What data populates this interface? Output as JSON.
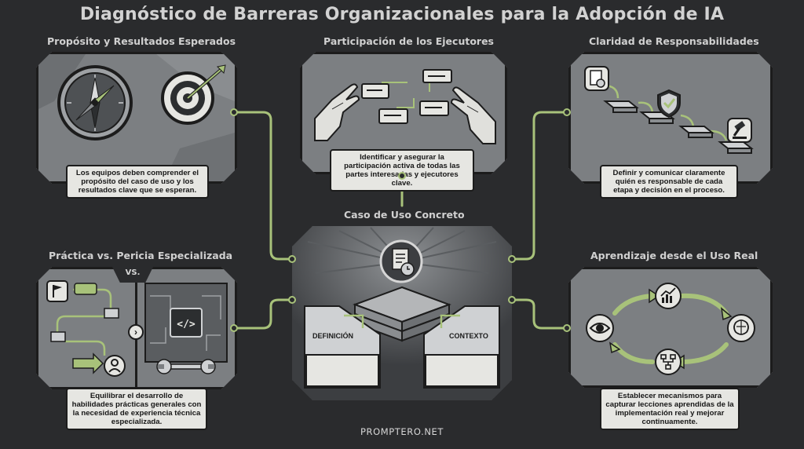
{
  "title": "Diagnóstico de Barreras Organizacionales para la Adopción de IA",
  "sections": {
    "proposito": {
      "heading": "Propósito y Resultados Esperados",
      "caption": "Los equipos deben comprender el propósito del caso de uso y los resultados clave que se esperan.",
      "icons": [
        "compass-icon",
        "target-icon"
      ]
    },
    "participacion": {
      "heading": "Participación de los Ejecutores",
      "caption": "Identificar y asegurar la participación activa de todas las partes interesadas y ejecutores clave.",
      "icons": [
        "robotic-hand-icon",
        "chat-bubble-icon"
      ]
    },
    "claridad": {
      "heading": "Claridad de Responsabilidades",
      "caption": "Definir y comunicar claramente quién es responsable de cada etapa y decisión en el proceso.",
      "icons": [
        "document-gear-icon",
        "shield-check-icon",
        "gavel-icon"
      ]
    },
    "practica": {
      "heading": "Práctica vs. Pericia Especializada",
      "vs_label": "VS.",
      "caption": "Equilibrar el desarrollo de habilidades prácticas generales con la necesidad de experiencia técnica especializada.",
      "icons": [
        "flag-icon",
        "code-icon",
        "wrench-icon",
        "user-icon"
      ]
    },
    "aprendizaje": {
      "heading": "Aprendizaje desde el Uso Real",
      "caption": "Establecer mecanismos para capturar lecciones aprendidas de la implementación real y mejorar continuamente.",
      "icons": [
        "chart-icon",
        "brain-icon",
        "flow-icon",
        "eye-icon"
      ]
    },
    "caso": {
      "heading": "Caso de Uso Concreto",
      "left_label": "DEFINICIÓN",
      "right_label": "CONTEXTO",
      "icons": [
        "document-clock-icon"
      ]
    }
  },
  "footer": "PROMPTERO.NET",
  "colors": {
    "background": "#2a2b2d",
    "panel": "#7c7f82",
    "accent": "#a8c27a",
    "caption_bg": "#e6e6e2"
  }
}
